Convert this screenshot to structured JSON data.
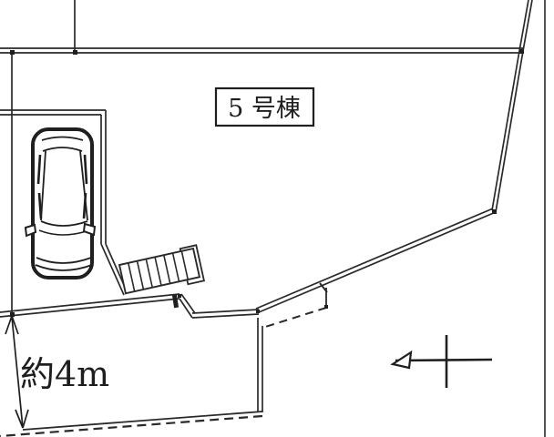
{
  "page": {
    "background_color": "#ffffff",
    "line_color": "#2a2a2a"
  },
  "plan": {
    "building_label": "5 号棟",
    "dimension_label": "約4m",
    "icons": [
      "car-icon",
      "stairs-icon",
      "north-arrow-icon",
      "junction-dot"
    ]
  }
}
